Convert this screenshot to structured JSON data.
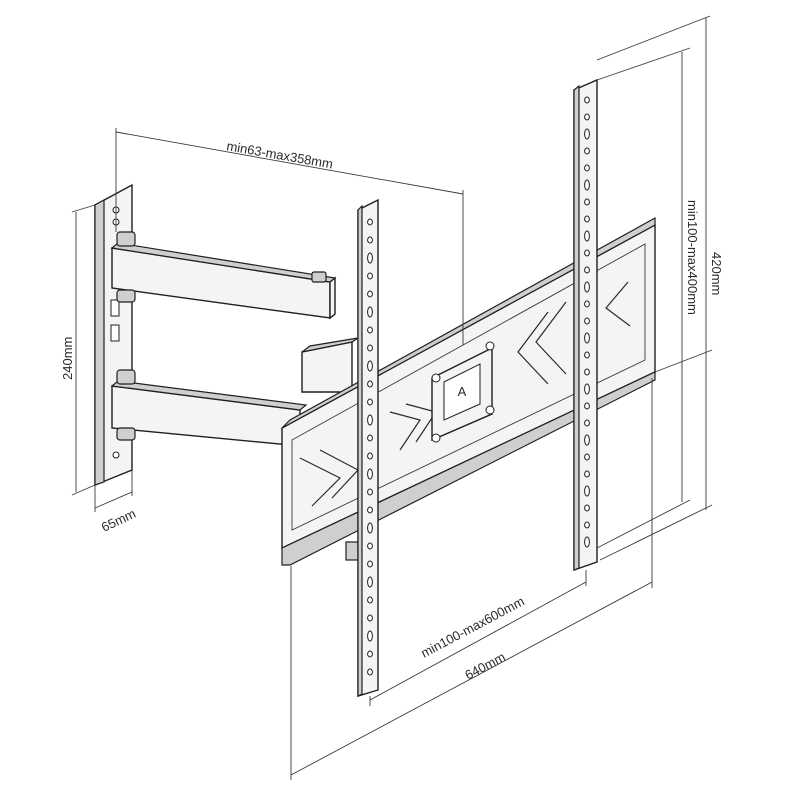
{
  "dimensions": {
    "arm_extension": "min63-max358mm",
    "wall_plate_height": "240mm",
    "wall_plate_width": "65mm",
    "vesa_vertical": "min100-max400mm",
    "bracket_height": "420mm",
    "vesa_horizontal": "min100-max600mm",
    "bracket_width": "640mm"
  }
}
